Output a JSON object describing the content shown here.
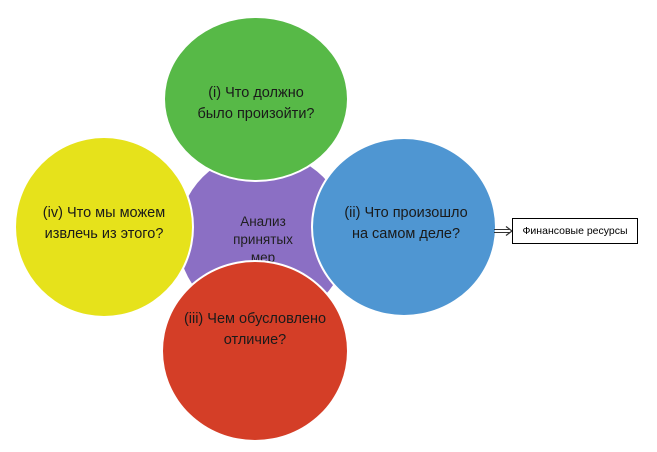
{
  "diagram": {
    "center": {
      "label": "Анализ\nпринятых\nмер",
      "color": "#8b6fc4"
    },
    "top": {
      "label": "(i) Что должно\nбыло произойти?",
      "color": "#57b947"
    },
    "right": {
      "label": "(ii) Что произошло\nна самом деле?",
      "color": "#4f96d2"
    },
    "bottom": {
      "label": "(iii) Чем обусловлено\nотличие?",
      "color": "#d43e27"
    },
    "left": {
      "label": "(iv) Что мы можем\nизвлечь из этого?",
      "color": "#e6e21b"
    },
    "side_box": {
      "label": "Финансовые ресурсы"
    }
  }
}
